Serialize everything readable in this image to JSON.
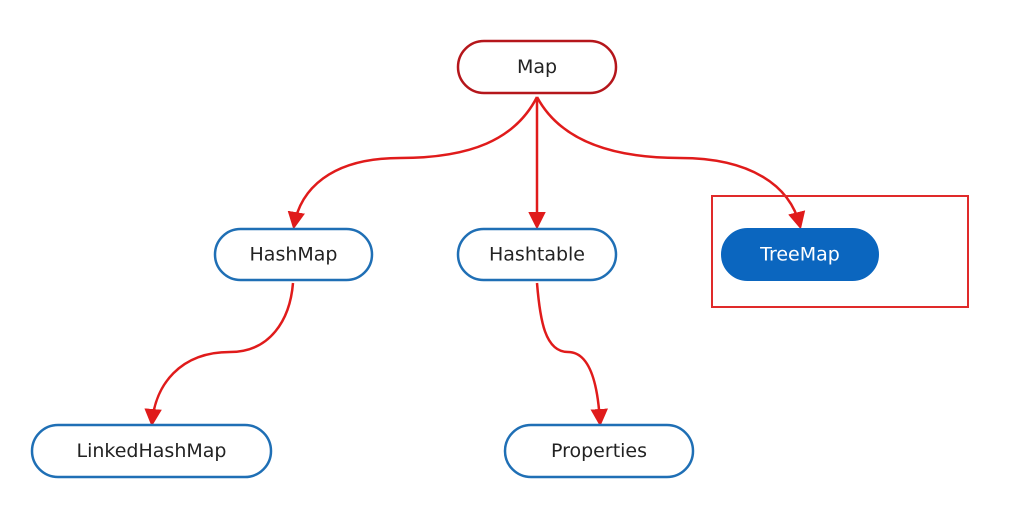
{
  "diagram": {
    "colors": {
      "edge": "#e01b1b",
      "root_stroke": "#b5161b",
      "node_stroke": "#1f6fb5",
      "node_fill": "#ffffff",
      "highlight_fill": "#0b66bf",
      "highlight_text": "#ffffff",
      "text": "#222222",
      "highlight_box": "#e02a2a"
    },
    "nodes": {
      "map": "Map",
      "hashmap": "HashMap",
      "hashtable": "Hashtable",
      "treemap": "TreeMap",
      "linkedhashmap": "LinkedHashMap",
      "properties": "Properties"
    },
    "edges": [
      {
        "from": "Map",
        "to": "HashMap"
      },
      {
        "from": "Map",
        "to": "Hashtable"
      },
      {
        "from": "Map",
        "to": "TreeMap"
      },
      {
        "from": "HashMap",
        "to": "LinkedHashMap"
      },
      {
        "from": "Hashtable",
        "to": "Properties"
      }
    ],
    "highlighted": "TreeMap"
  }
}
